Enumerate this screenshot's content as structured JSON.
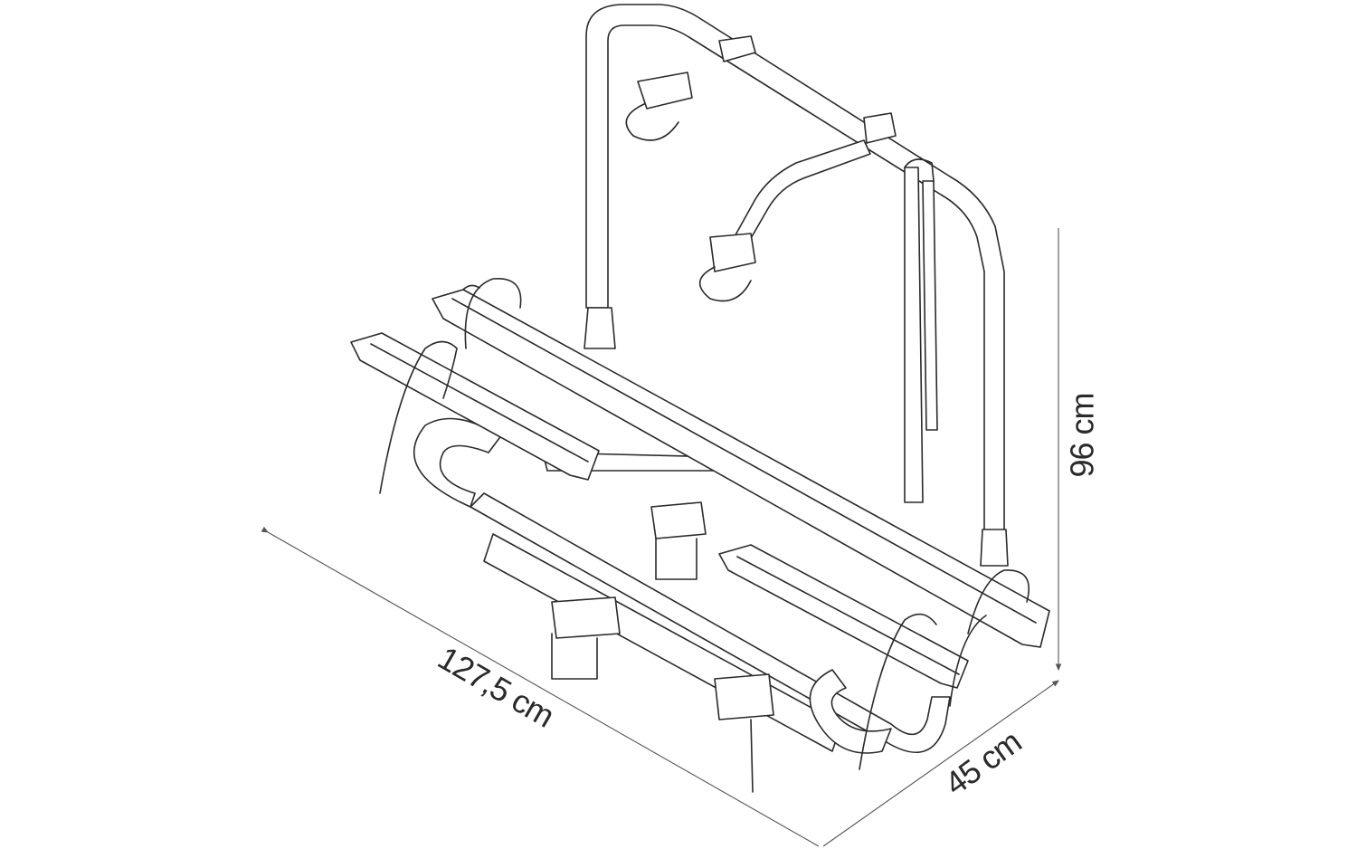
{
  "dimensions": {
    "length": "127,5 cm",
    "depth": "45 cm",
    "height": "96 cm"
  }
}
